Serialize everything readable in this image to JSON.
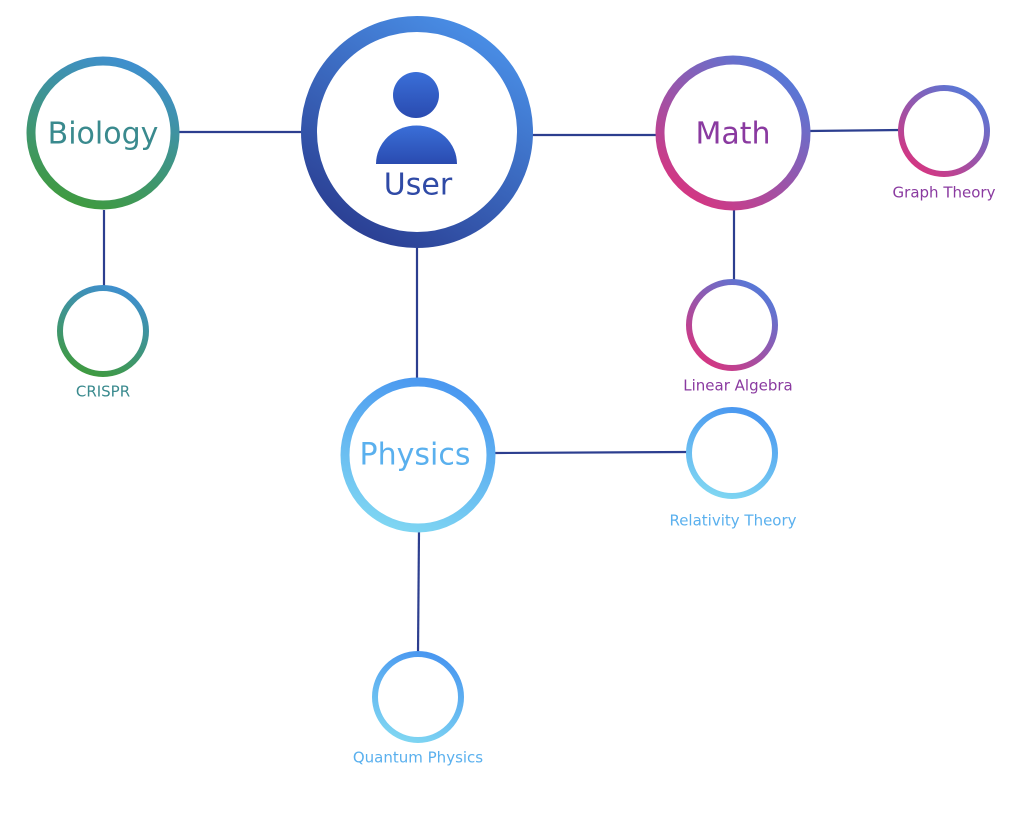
{
  "diagram": {
    "center": {
      "label": "User",
      "icon": "user-icon"
    },
    "topics": [
      {
        "id": "biology",
        "label": "Biology"
      },
      {
        "id": "math",
        "label": "Math"
      },
      {
        "id": "physics",
        "label": "Physics"
      }
    ],
    "subtopics": [
      {
        "id": "crispr",
        "parent": "biology",
        "label": "CRISPR"
      },
      {
        "id": "graph-theory",
        "parent": "math",
        "label": "Graph Theory"
      },
      {
        "id": "linear-algebra",
        "parent": "math",
        "label": "Linear Algebra"
      },
      {
        "id": "relativity-theory",
        "parent": "physics",
        "label": "Relativity Theory"
      },
      {
        "id": "quantum-physics",
        "parent": "physics",
        "label": "Quantum Physics"
      }
    ]
  },
  "colors": {
    "edge": "#2c3e8f",
    "user_ring": [
      "#4a90e8",
      "#2a3d91"
    ],
    "biology_ring": [
      "#3f8fd0",
      "#3f9a3f"
    ],
    "math_ring": [
      "#4a7fe0",
      "#e0307a"
    ],
    "physics_ring": [
      "#4a98f0",
      "#7fd6f2"
    ],
    "biology_text": "#3a8a8e",
    "math_text": "#8a3aa0",
    "physics_text": "#5ab0ee",
    "user_text": "#2f4aa6"
  }
}
